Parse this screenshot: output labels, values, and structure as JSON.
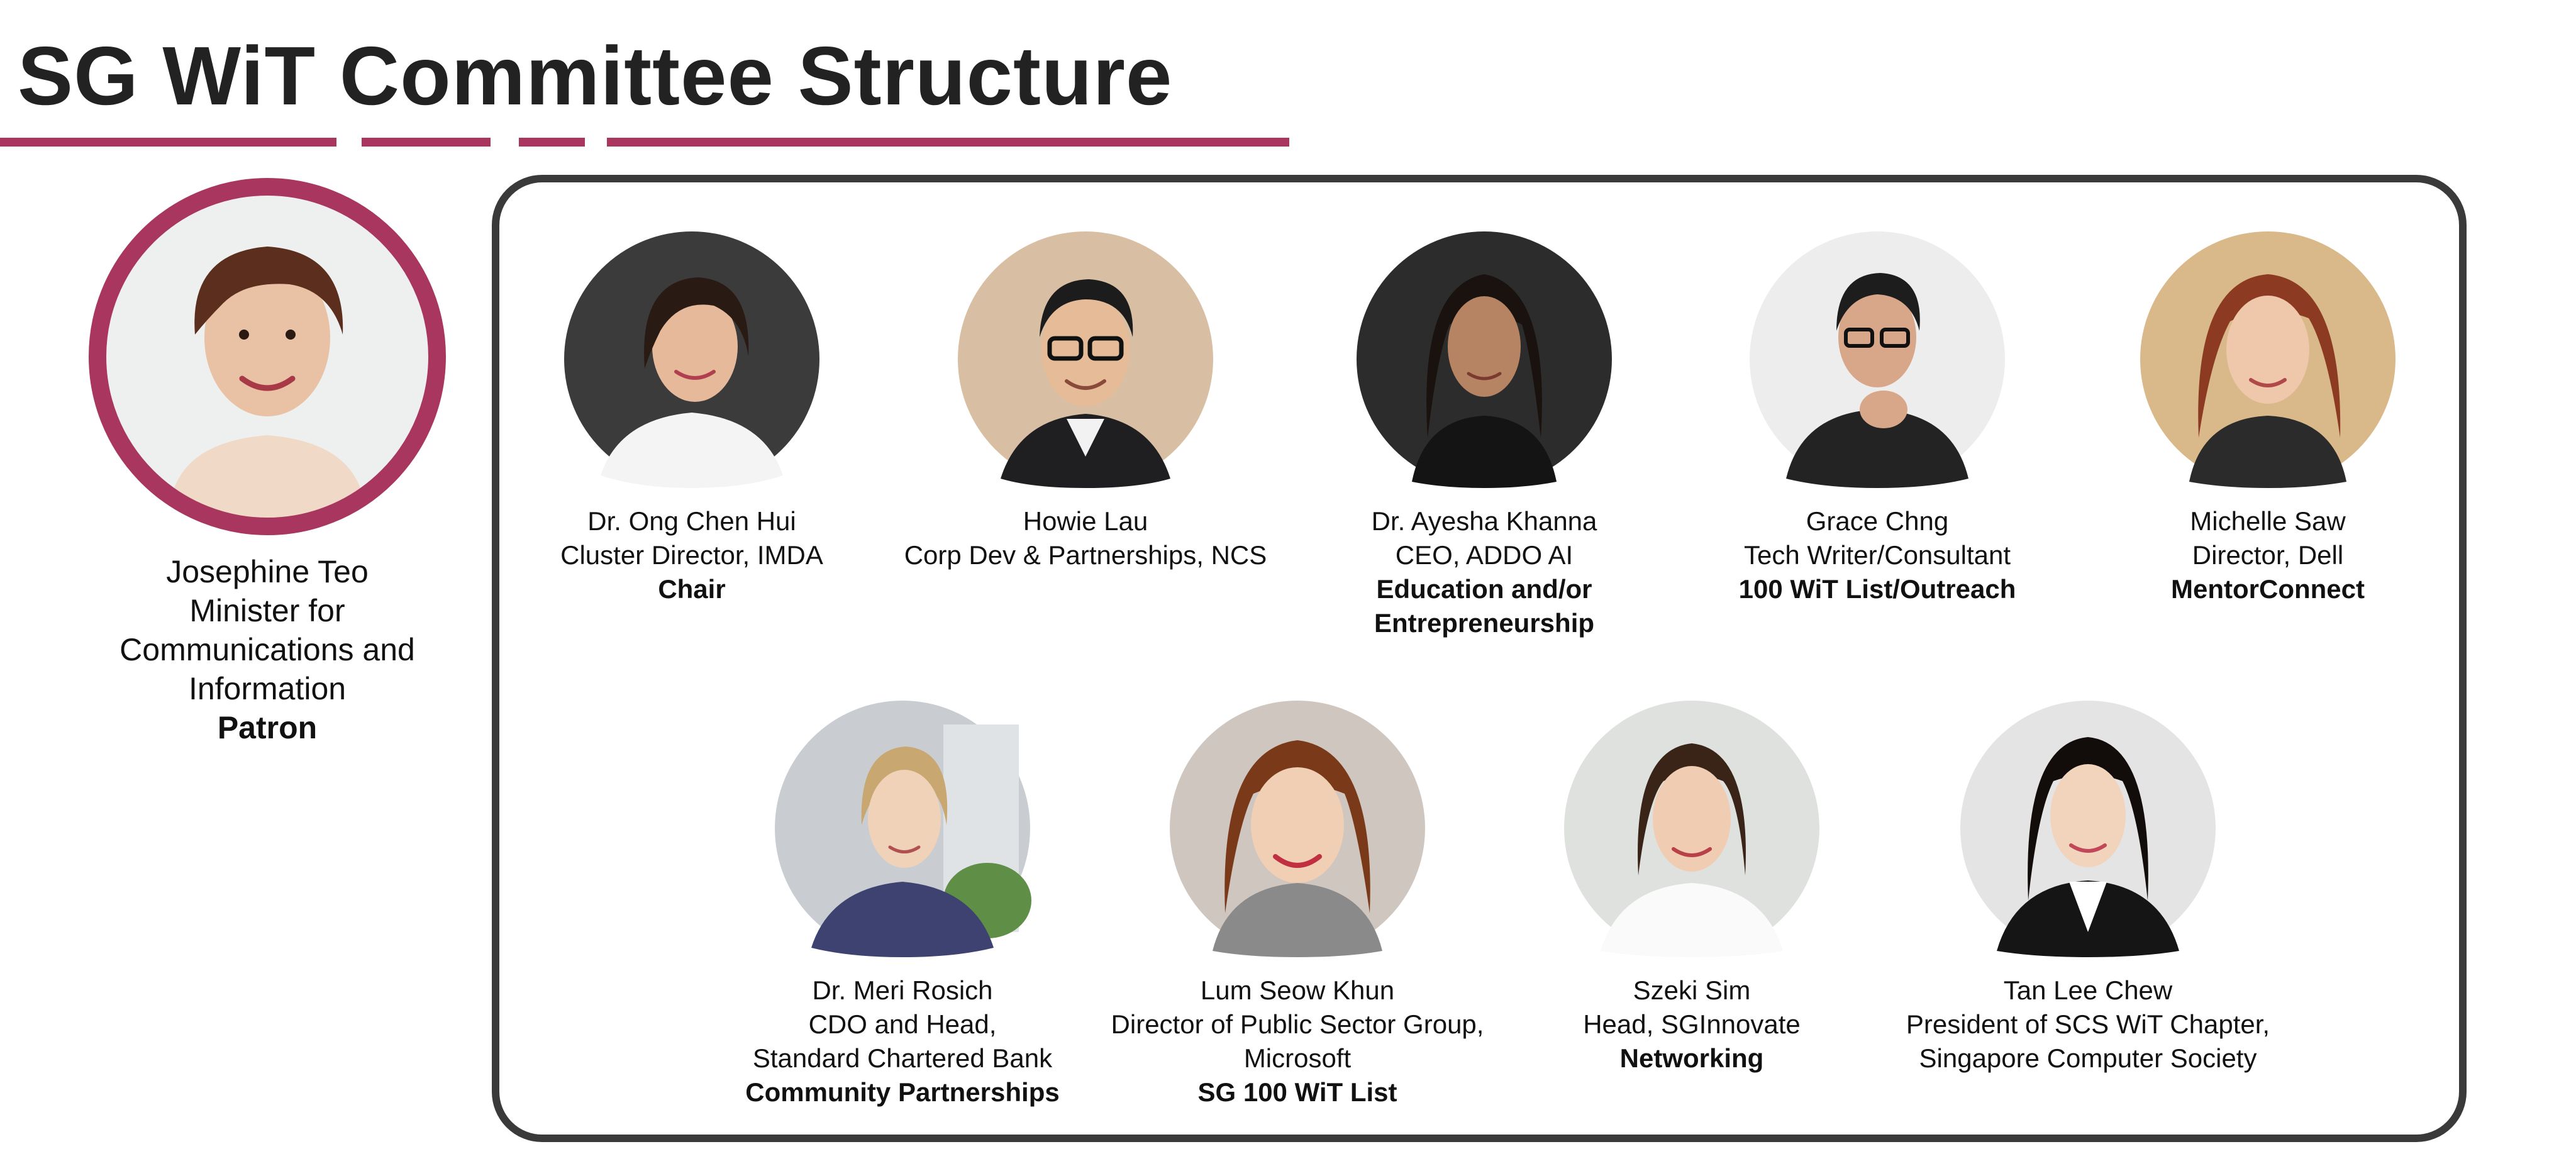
{
  "page": {
    "title": "SG WiT Committee Structure"
  },
  "colors": {
    "accent": "#a8365e",
    "box_border": "#3a3a3a",
    "title": "#222222"
  },
  "patron": {
    "name": "Josephine Teo",
    "position_line1": "Minister for",
    "position_line2": "Communications and",
    "position_line3": "Information",
    "role": "Patron"
  },
  "members": [
    {
      "name": "Dr. Ong Chen Hui",
      "title_lines": [
        "Cluster Director, IMDA"
      ],
      "role_lines": [
        "Chair"
      ]
    },
    {
      "name": "Howie Lau",
      "title_lines": [
        "Corp Dev & Partnerships, NCS"
      ],
      "role_lines": []
    },
    {
      "name": "Dr. Ayesha Khanna",
      "title_lines": [
        "CEO, ADDO AI"
      ],
      "role_lines": [
        "Education and/or",
        "Entrepreneurship"
      ]
    },
    {
      "name": "Grace Chng",
      "title_lines": [
        "Tech Writer/Consultant"
      ],
      "role_lines": [
        "100 WiT List/Outreach"
      ]
    },
    {
      "name": "Michelle Saw",
      "title_lines": [
        "Director, Dell"
      ],
      "role_lines": [
        "MentorConnect"
      ]
    },
    {
      "name": "Dr. Meri Rosich",
      "title_lines": [
        "CDO and Head,",
        "Standard Chartered Bank"
      ],
      "role_lines": [
        "Community Partnerships"
      ]
    },
    {
      "name": "Lum Seow Khun",
      "title_lines": [
        "Director of Public Sector Group,",
        "Microsoft"
      ],
      "role_lines": [
        "SG 100 WiT List"
      ]
    },
    {
      "name": "Szeki Sim",
      "title_lines": [
        "Head, SGInnovate"
      ],
      "role_lines": [
        "Networking"
      ]
    },
    {
      "name": "Tan Lee Chew",
      "title_lines": [
        "President of SCS WiT Chapter,",
        "Singapore Computer Society"
      ],
      "role_lines": []
    }
  ]
}
